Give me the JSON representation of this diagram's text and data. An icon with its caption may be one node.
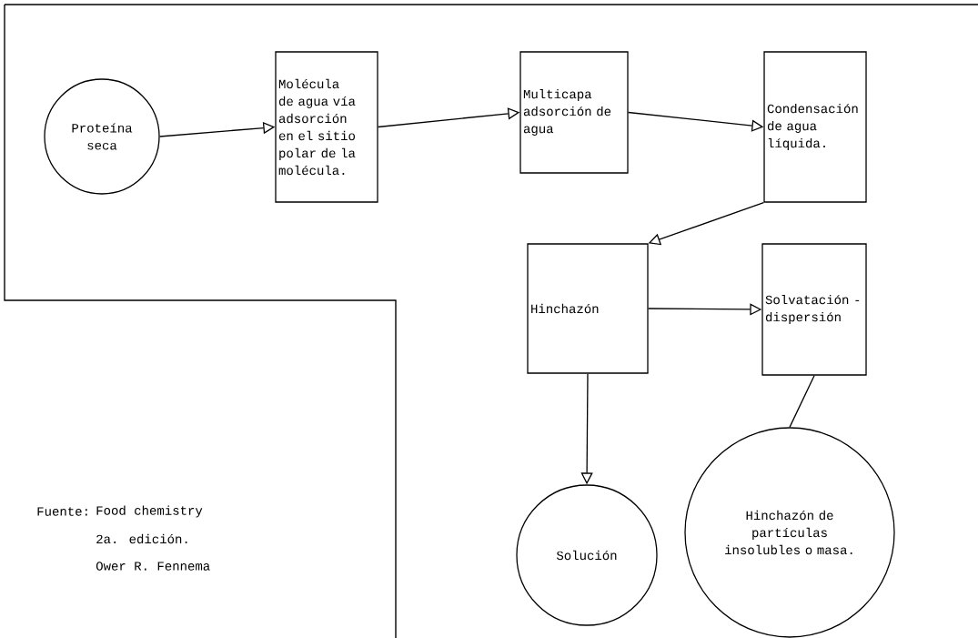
{
  "diagram": {
    "nodes": [
      {
        "text": [
          "Proteína seca"
        ]
      },
      {
        "text": [
          "Molécula de agua vía adsorción en el sitio polar de la molécula."
        ]
      },
      {
        "text": [
          "Multicapa adsorción de agua"
        ]
      },
      {
        "text": [
          "Condensación de agua líquida."
        ]
      },
      {
        "text": [
          "Hinchazón"
        ]
      },
      {
        "text": [
          "Solvatación - dispersión"
        ]
      },
      {
        "text": [
          "Solución"
        ]
      },
      {
        "text": [
          "Hinchazón de partículas insolubles o masa."
        ]
      }
    ],
    "edges": [
      {
        "from": 0,
        "to": 1,
        "arrow": "to"
      },
      {
        "from": 1,
        "to": 2,
        "arrow": "to"
      },
      {
        "from": 2,
        "to": 3,
        "arrow": "to"
      },
      {
        "from": 3,
        "to": 4,
        "arrow": "to"
      },
      {
        "from": 4,
        "to": 5,
        "arrow": "to"
      },
      {
        "from": 4,
        "to": 6,
        "arrow": "to"
      },
      {
        "from": 5,
        "to": 7,
        "arrow": "none"
      }
    ],
    "labels": [
      "Fuente:",
      "Food chemistry",
      "2a. edición.",
      "Ower R. Fennema"
    ]
  }
}
